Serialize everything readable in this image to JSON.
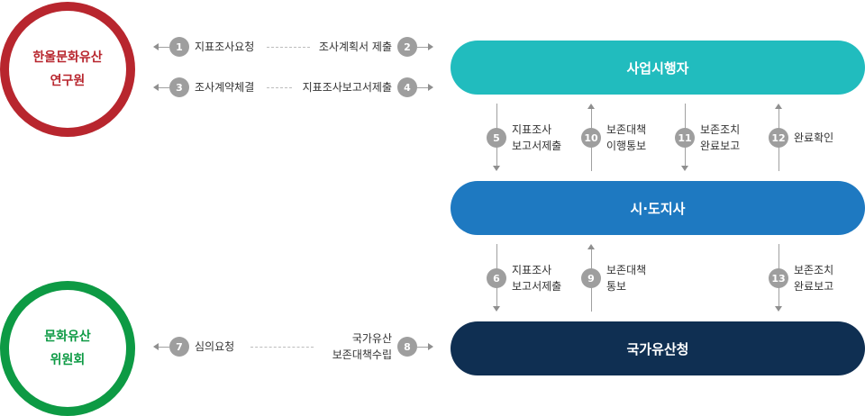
{
  "nodes": {
    "research_institute": {
      "line1": "한울문화유산",
      "line2": "연구원"
    },
    "heritage_committee": {
      "line1": "문화유산",
      "line2": "위원회"
    },
    "project_operator": "사업시행자",
    "province": "시·도지사",
    "national_agency": "국가유산청"
  },
  "steps": [
    {
      "num": "1",
      "lines": [
        "지표조사요청"
      ]
    },
    {
      "num": "2",
      "lines": [
        "조사계획서 제출"
      ]
    },
    {
      "num": "3",
      "lines": [
        "조사계약체결"
      ]
    },
    {
      "num": "4",
      "lines": [
        "지표조사보고서제출"
      ]
    },
    {
      "num": "5",
      "lines": [
        "지표조사",
        "보고서제출"
      ]
    },
    {
      "num": "6",
      "lines": [
        "지표조사",
        "보고서제출"
      ]
    },
    {
      "num": "7",
      "lines": [
        "심의요청"
      ]
    },
    {
      "num": "8",
      "lines": [
        "국가유산",
        "보존대책수립"
      ]
    },
    {
      "num": "9",
      "lines": [
        "보존대책",
        "통보"
      ]
    },
    {
      "num": "10",
      "lines": [
        "보존대책",
        "이행통보"
      ]
    },
    {
      "num": "11",
      "lines": [
        "보존조치",
        "완료보고"
      ]
    },
    {
      "num": "12",
      "lines": [
        "완료확인"
      ]
    },
    {
      "num": "13",
      "lines": [
        "보존조치",
        "완료보고"
      ]
    }
  ],
  "colors": {
    "institute": "#b8262e",
    "committee": "#0d9a44",
    "operator": "#21bcbe",
    "province": "#1e79c1",
    "national": "#0f2f52",
    "badge": "#9e9e9e"
  }
}
